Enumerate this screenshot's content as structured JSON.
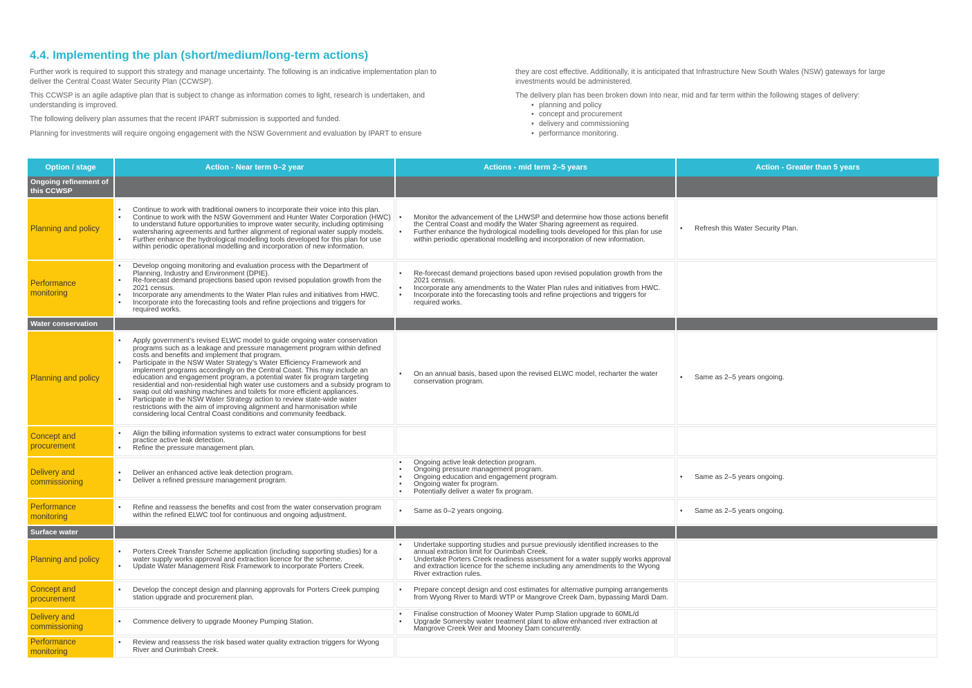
{
  "heading": "4.4. Implementing the plan (short/medium/long-term actions)",
  "left_paragraphs": [
    "Further work is required to support this strategy and manage uncertainty. The following is an indicative implementation plan to deliver the Central Coast Water Security Plan (CCWSP).",
    "This CCWSP is an agile adaptive plan that is subject to change as information comes to light, research is undertaken, and understanding is improved.",
    "The following delivery plan assumes that the recent IPART submission is supported and funded.",
    "Planning for investments will require ongoing engagement with the NSW Government and evaluation by IPART to ensure"
  ],
  "right_paragraphs": [
    "they are cost effective. Additionally, it is anticipated that Infrastructure New South Wales (NSW) gateways for large investments would be administered.",
    "The delivery plan has been broken down into near, mid and far term within the following stages of delivery:"
  ],
  "stages_list": [
    "planning and policy",
    "concept and procurement",
    "delivery and commissioning",
    "performance monitoring."
  ],
  "table": {
    "headers": [
      "Option / stage",
      "Action - Near term 0–2 year",
      "Actions - mid term 2–5 years",
      "Action - Greater than 5 years"
    ],
    "sections": [
      {
        "title": "Ongoing refinement of this CCWSP",
        "rows": [
          {
            "stage": "Planning and policy",
            "near": [
              "Continue to work with traditional owners to incorporate their voice into this plan.",
              "Continue to work with the NSW Government and Hunter Water Corporation (HWC) to understand future opportunities to improve water security, including optimising watersharing agreements and further alignment of regional water supply models.",
              "Further enhance the hydrological modelling tools developed for this plan for use within periodic operational modelling and incorporation of new information."
            ],
            "mid": [
              "Monitor the advancement of the LHWSP and determine how those actions benefit the Central Coast and modify the Water Sharing agreement as required.",
              "Further enhance the hydrological modelling tools developed for this plan for use within periodic operational modelling and incorporation of new information."
            ],
            "far": [
              "Refresh this Water Security Plan."
            ]
          },
          {
            "stage": "Performance monitoring",
            "near": [
              "Develop ongoing monitoring and evaluation process with the Department of Planning, Industry and Environment (DPIE).",
              "Re-forecast demand projections based upon revised population growth from the 2021 census.",
              "Incorporate any amendments to the Water Plan rules and initiatives from HWC.",
              "Incorporate into the forecasting tools and refine projections and triggers for required works."
            ],
            "mid": [
              "Re-forecast demand projections based upon revised population growth from the 2021 census.",
              "Incorporate any amendments to the Water Plan rules and initiatives from HWC.",
              "Incorporate into the forecasting tools and refine projections and triggers for required works."
            ],
            "far": []
          }
        ]
      },
      {
        "title": "Water conservation",
        "rows": [
          {
            "stage": "Planning and policy",
            "near": [
              "Apply government’s revised ELWC model to guide ongoing water conservation programs such as a leakage and pressure management program within defined costs and benefits and implement that program.",
              "Participate in the NSW Water Strategy’s Water Efficiency Framework and implement programs accordingly on the Central Coast. This may include an education and engagement program, a potential water fix program targeting residential and non-residential high water use customers and a subsidy program to swap out old washing machines and toilets for more efficient appliances.",
              "Participate in the NSW Water Strategy action to review state-wide water restrictions with the aim of improving alignment and harmonisation while considering local Central Coast conditions and community feedback."
            ],
            "mid": [
              "On an annual basis, based upon the revised ELWC model, recharter the water conservation program."
            ],
            "far": [
              "Same as 2–5 years ongoing."
            ]
          },
          {
            "stage": "Concept and procurement",
            "near": [
              "Align the billing information systems to extract water consumptions for best practice active leak detection.",
              "Refine the pressure management plan."
            ],
            "mid": [],
            "far": []
          },
          {
            "stage": "Delivery and commissioning",
            "near": [
              "Deliver an enhanced active leak detection program.",
              "Deliver a refined pressure management program."
            ],
            "mid": [
              "Ongoing active leak detection program.",
              "Ongoing pressure management program.",
              "Ongoing education and engagement program.",
              "Ongoing water fix program.",
              "Potentially deliver a water fix program."
            ],
            "far": [
              "Same as 2–5 years ongoing."
            ]
          },
          {
            "stage": "Performance monitoring",
            "near": [
              "Refine and reassess the benefits and cost from the water conservation program within the refined ELWC tool for continuous and ongoing adjustment."
            ],
            "mid": [
              "Same as 0–2 years ongoing."
            ],
            "far": [
              "Same as 2–5 years ongoing."
            ]
          }
        ]
      },
      {
        "title": "Surface water",
        "rows": [
          {
            "stage": "Planning and policy",
            "near": [
              "Porters Creek Transfer Scheme application (including supporting studies) for a water supply works approval and extraction licence for the scheme.",
              "Update Water Management Risk Framework to incorporate Porters Creek."
            ],
            "mid": [
              "Undertake supporting studies and pursue previously identified increases to the annual extraction limit for Ourimbah Creek.",
              "Undertake Porters Creek readiness assessment for a water supply works approval and extraction licence for the scheme including any amendments to the Wyong River extraction rules."
            ],
            "far": []
          },
          {
            "stage": "Concept and procurement",
            "near": [
              "Develop the concept design and planning approvals for Porters Creek pumping station upgrade and procurement plan."
            ],
            "mid": [
              "Prepare concept design and cost estimates for alternative pumping arrangements from Wyong River to Mardi WTP or Mangrove Creek Dam, bypassing Mardi Dam."
            ],
            "far": []
          },
          {
            "stage": "Delivery and commissioning",
            "near": [
              "Commence delivery to upgrade Mooney Pumping Station."
            ],
            "mid": [
              "Finalise construction of Mooney Water Pump Station upgrade to 60ML/d",
              "Upgrade Somersby water treatment plant to allow enhanced river extraction at Mangrove Creek Weir and Mooney Dam concurrently."
            ],
            "far": []
          },
          {
            "stage": "Performance monitoring",
            "near": [
              "Review and reassess the risk based water quality extraction triggers for Wyong River and Ourimbah Creek."
            ],
            "mid": [],
            "far": []
          }
        ]
      }
    ]
  }
}
